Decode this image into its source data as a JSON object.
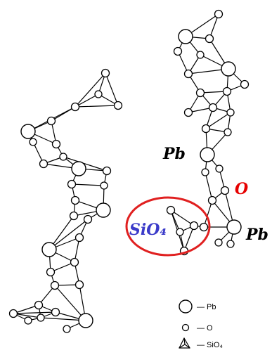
{
  "labels": {
    "pb_upper": "Pb",
    "pb_lower": "Pb",
    "o": "O",
    "sio4": "SiO₄"
  },
  "legend": {
    "pb": "— Pb",
    "o": "— O",
    "sio4": "— SiO₄"
  },
  "colors": {
    "line": "#000000",
    "o_label": "#e60000",
    "sio4_label": "#3b3bc9",
    "highlight_ring": "#e02020"
  }
}
